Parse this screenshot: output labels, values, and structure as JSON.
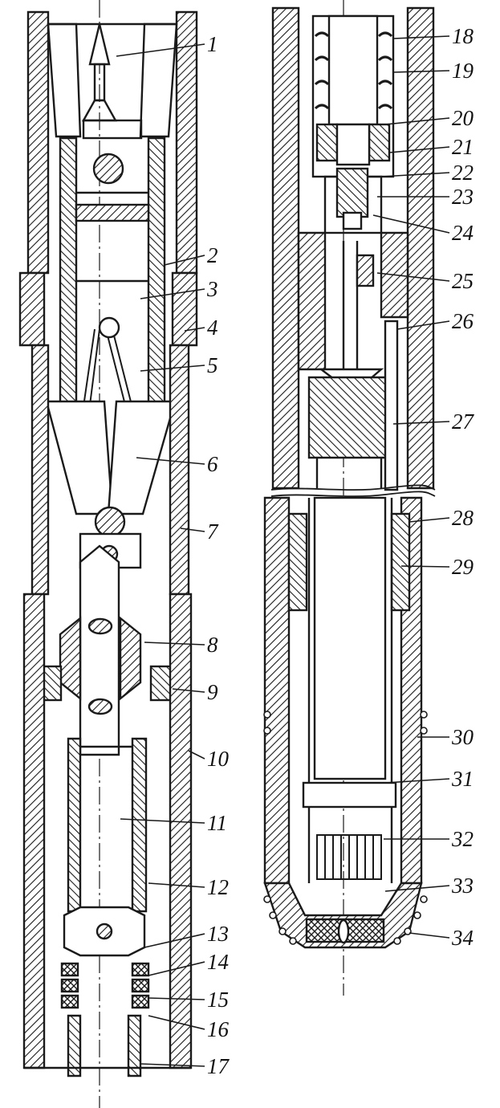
{
  "figure": {
    "ink_color": "#1a1a1a",
    "paper_color": "#ffffff",
    "callouts": [
      {
        "id": "1",
        "text": "1"
      },
      {
        "id": "2",
        "text": "2"
      },
      {
        "id": "3",
        "text": "3"
      },
      {
        "id": "4",
        "text": "4"
      },
      {
        "id": "5",
        "text": "5"
      },
      {
        "id": "6",
        "text": "6"
      },
      {
        "id": "7",
        "text": "7"
      },
      {
        "id": "8",
        "text": "8"
      },
      {
        "id": "9",
        "text": "9"
      },
      {
        "id": "10",
        "text": "10"
      },
      {
        "id": "11",
        "text": "11"
      },
      {
        "id": "12",
        "text": "12"
      },
      {
        "id": "13",
        "text": "13"
      },
      {
        "id": "14",
        "text": "14"
      },
      {
        "id": "15",
        "text": "15"
      },
      {
        "id": "16",
        "text": "16"
      },
      {
        "id": "17",
        "text": "17"
      },
      {
        "id": "18",
        "text": "18"
      },
      {
        "id": "19",
        "text": "19"
      },
      {
        "id": "20",
        "text": "20"
      },
      {
        "id": "21",
        "text": "21"
      },
      {
        "id": "22",
        "text": "22"
      },
      {
        "id": "23",
        "text": "23"
      },
      {
        "id": "24",
        "text": "24"
      },
      {
        "id": "25",
        "text": "25"
      },
      {
        "id": "26",
        "text": "26"
      },
      {
        "id": "27",
        "text": "27"
      },
      {
        "id": "28",
        "text": "28"
      },
      {
        "id": "29",
        "text": "29"
      },
      {
        "id": "30",
        "text": "30"
      },
      {
        "id": "31",
        "text": "31"
      },
      {
        "id": "32",
        "text": "32"
      },
      {
        "id": "33",
        "text": "33"
      },
      {
        "id": "34",
        "text": "34"
      }
    ]
  }
}
